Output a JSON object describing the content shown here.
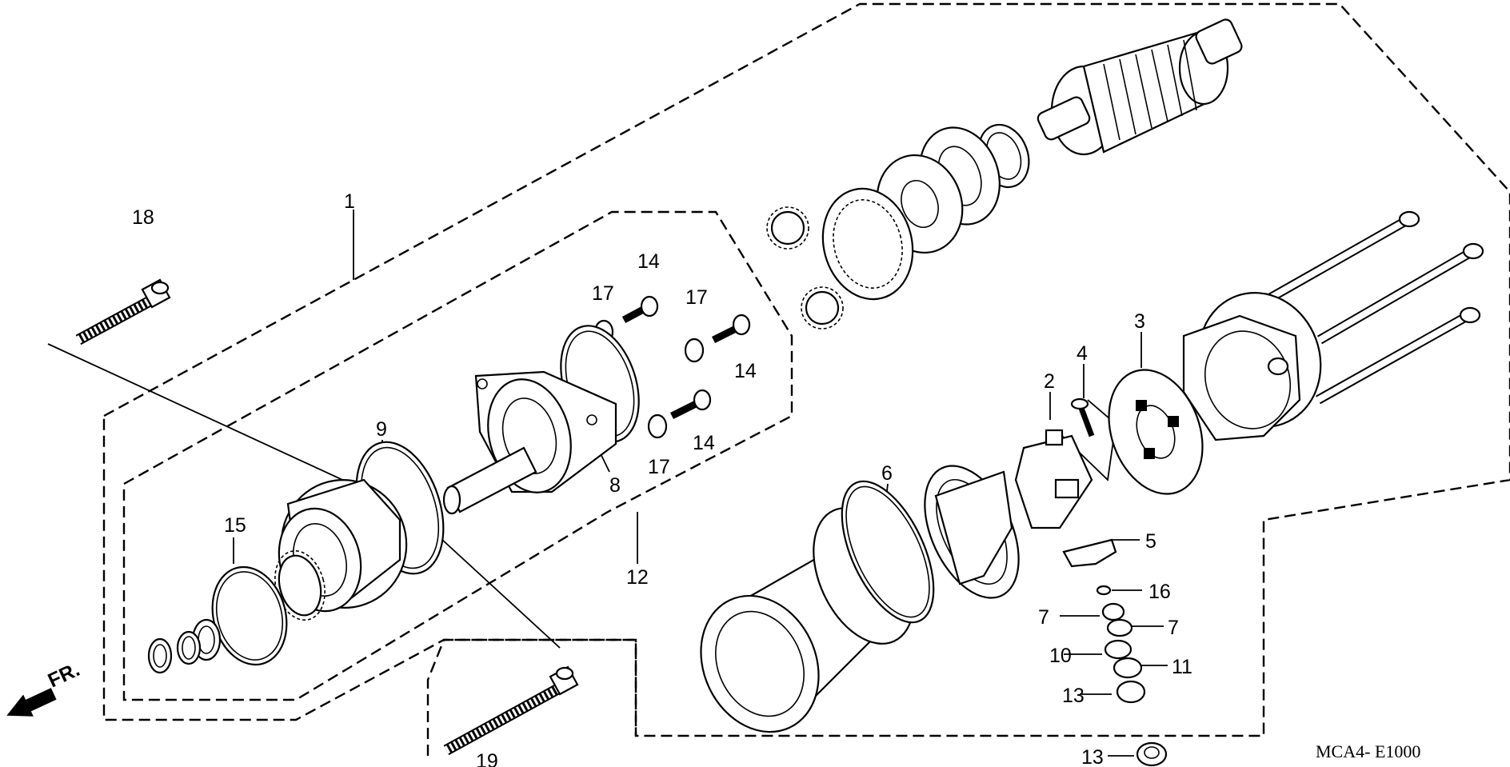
{
  "diagram": {
    "labels": {
      "p1": "1",
      "p2": "2",
      "p3": "3",
      "p4": "4",
      "p5": "5",
      "p6": "6",
      "p7a": "7",
      "p7b": "7",
      "p8": "8",
      "p9": "9",
      "p10": "10",
      "p11": "11",
      "p12": "12",
      "p13a": "13",
      "p13b": "13",
      "p14a": "14",
      "p14b": "14",
      "p14c": "14",
      "p15": "15",
      "p16": "16",
      "p17a": "17",
      "p17b": "17",
      "p17c": "17",
      "p18": "18",
      "p19": "19"
    },
    "direction": "FR.",
    "code": "MCA4- E1000"
  }
}
